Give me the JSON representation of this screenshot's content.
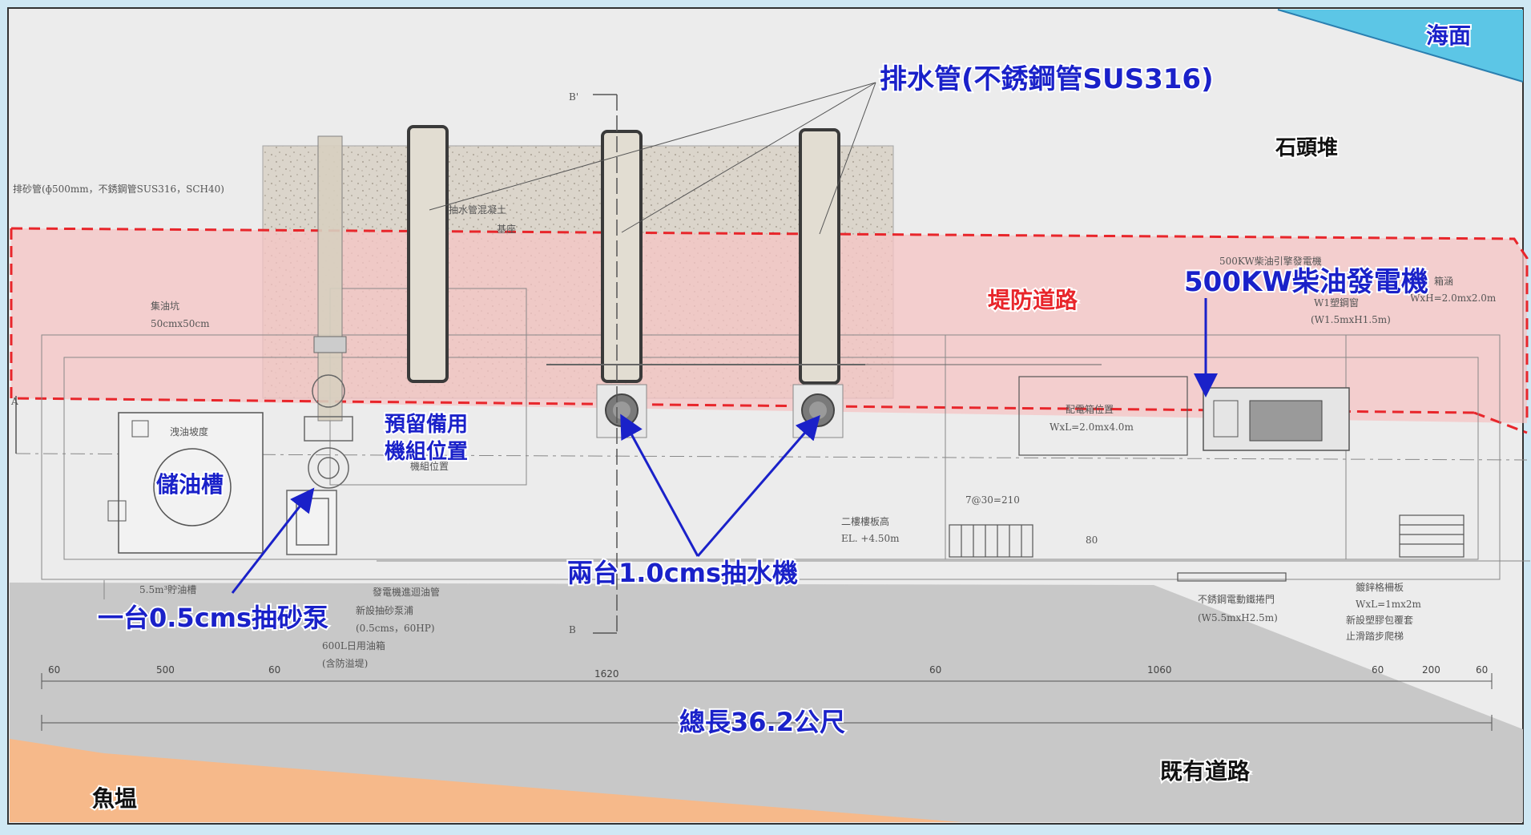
{
  "labels": {
    "sea_surface": "海面",
    "rock_pile": "石頭堆",
    "drain_pipe": "排水管(不銹鋼管SUS316)",
    "levee_road": "堤防道路",
    "generator": "500KW柴油發電機",
    "reserve_unit_line1": "預留備用",
    "reserve_unit_line2": "機組位置",
    "oil_tank": "儲油槽",
    "pumps_two": "兩台1.0cms抽水機",
    "sand_pump": "一台0.5cms抽砂泵",
    "total_length": "總長36.2公尺",
    "existing_road": "既有道路",
    "fish_pond": "魚塭"
  },
  "cad_notes": {
    "sand_pipe": "排砂管(ɸ500mm，不銹鋼管SUS316，SCH40)",
    "oil_pit_line1": "集油坑",
    "oil_pit_line2": "50cmx50cm",
    "generator_note": "500KW柴油引擎發電機",
    "air_box": "箱涵",
    "air_box_size": "WxH=2.0mx2.0m",
    "window_line1": "W1塑鋼窗",
    "window_line2": "(W1.5mxH1.5m)",
    "panel_line1": "配電箱位置",
    "panel_line2": "WxL=2.0mx4.0m",
    "floor_line1": "二樓樓板高",
    "floor_line2": "EL. +4.50m",
    "grating_label": "7@30=210",
    "grating_depth": "80",
    "tank_note": "5.5m³貯油槽",
    "gen_return": "發電機進迴油管",
    "new_pump_line1": "新設抽砂泵浦",
    "new_pump_line2": "(0.5cms，60HP)",
    "day_tank_line1": "600L日用油箱",
    "day_tank_line2": "(含防溢堤)",
    "door_line1": "不銹鋼電動鐵捲門",
    "door_line2": "(W5.5mxH2.5m)",
    "grate_line1": "鍍鋅格柵板",
    "grate_line2": "WxL=1mx2m",
    "grate_line3": "新設塑膠包覆套",
    "grate_line4": "止滑踏步爬梯",
    "slope_label": "洩油坡度",
    "reserve_cad": "機組位置",
    "concrete_line1": "抽水管混凝土",
    "concrete_line2": "基座",
    "section_b_top": "B'",
    "section_b_bottom": "B",
    "section_a": "A"
  },
  "dimensions": [
    "60",
    "500",
    "60",
    "1620",
    "60",
    "1060",
    "60",
    "200",
    "60"
  ],
  "colors": {
    "callout_blue": "#1a21c9",
    "levee_red": "#e8262b",
    "levee_fill": "#f6c4c4",
    "sea": "#5cc6e6",
    "fish_pond": "#f6b98a",
    "road_gray": "#c8c8c8"
  }
}
